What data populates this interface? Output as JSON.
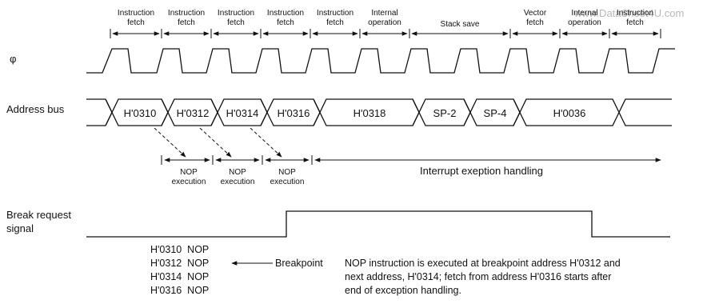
{
  "watermark": "www.DataSheet4U.com",
  "phases": [
    [
      "Instruction",
      "fetch"
    ],
    [
      "Instruction",
      "fetch"
    ],
    [
      "Instruction",
      "fetch"
    ],
    [
      "Instruction",
      "fetch"
    ],
    [
      "Instruction",
      "fetch"
    ],
    [
      "Internal",
      "operation"
    ],
    [
      "Stack save"
    ],
    [
      "Vector",
      "fetch"
    ],
    [
      "Internal",
      "operation"
    ],
    [
      "Instruction",
      "fetch"
    ]
  ],
  "signals": {
    "phi": "φ",
    "address_bus": "Address bus",
    "break_request": [
      "Break request",
      "signal"
    ]
  },
  "address_values": [
    "H'0310",
    "H'0312",
    "H'0314",
    "H'0316",
    "H'0318",
    "SP-2",
    "SP-4",
    "H'0036"
  ],
  "executions": [
    [
      "NOP",
      "execution"
    ],
    [
      "NOP",
      "execution"
    ],
    [
      "NOP",
      "execution"
    ]
  ],
  "interrupt_label": "Interrupt exeption handling",
  "listing": [
    "H'0310  NOP",
    "H'0312  NOP",
    "H'0314  NOP",
    "H'0316  NOP"
  ],
  "breakpoint_label": "Breakpoint",
  "note_lines": [
    "NOP instruction is executed at breakpoint address H'0312 and",
    "next address, H'0314; fetch from address H'0316 starts after",
    "end of exception handling."
  ]
}
